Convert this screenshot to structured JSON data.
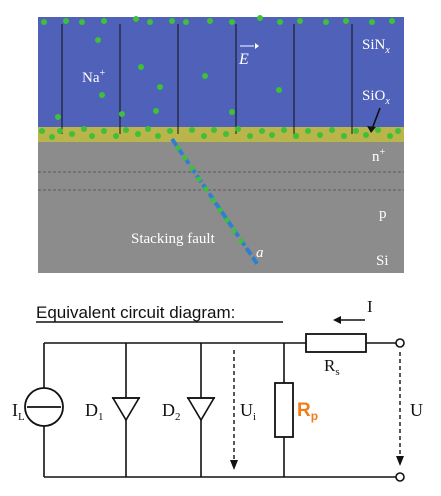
{
  "cross_section": {
    "layer_labels": {
      "sin": "SiN",
      "sin_sub": "x",
      "sio": "SiO",
      "sio_sub": "x",
      "n_plus": "n",
      "n_plus_sup": "+",
      "p": "p",
      "si": "Si"
    },
    "ion_label": "Na",
    "ion_sup": "+",
    "field_label": "E",
    "fault_label": "Stacking fault",
    "fault_angle_label": "a",
    "colors": {
      "sin": "#4f61b8",
      "interface": "#b9b54a",
      "silicon": "#8c8c8c",
      "particle": "#3fbf3a",
      "field_line": "#111111",
      "fault": "#2e7fd0"
    }
  },
  "circuit": {
    "title": "Equivalent circuit diagram:",
    "current_label": "I",
    "source_label": "I",
    "source_sub": "L",
    "diode1_label": "D",
    "diode1_sub": "1",
    "diode2_label": "D",
    "diode2_sub": "2",
    "voltage_inner_label": "U",
    "voltage_inner_sub": "i",
    "shunt_label": "R",
    "shunt_sub": "p",
    "series_label": "R",
    "series_sub": "s",
    "output_voltage_label": "U",
    "colors": {
      "wire": "#111111",
      "shunt_label": "#f07d1a"
    }
  }
}
